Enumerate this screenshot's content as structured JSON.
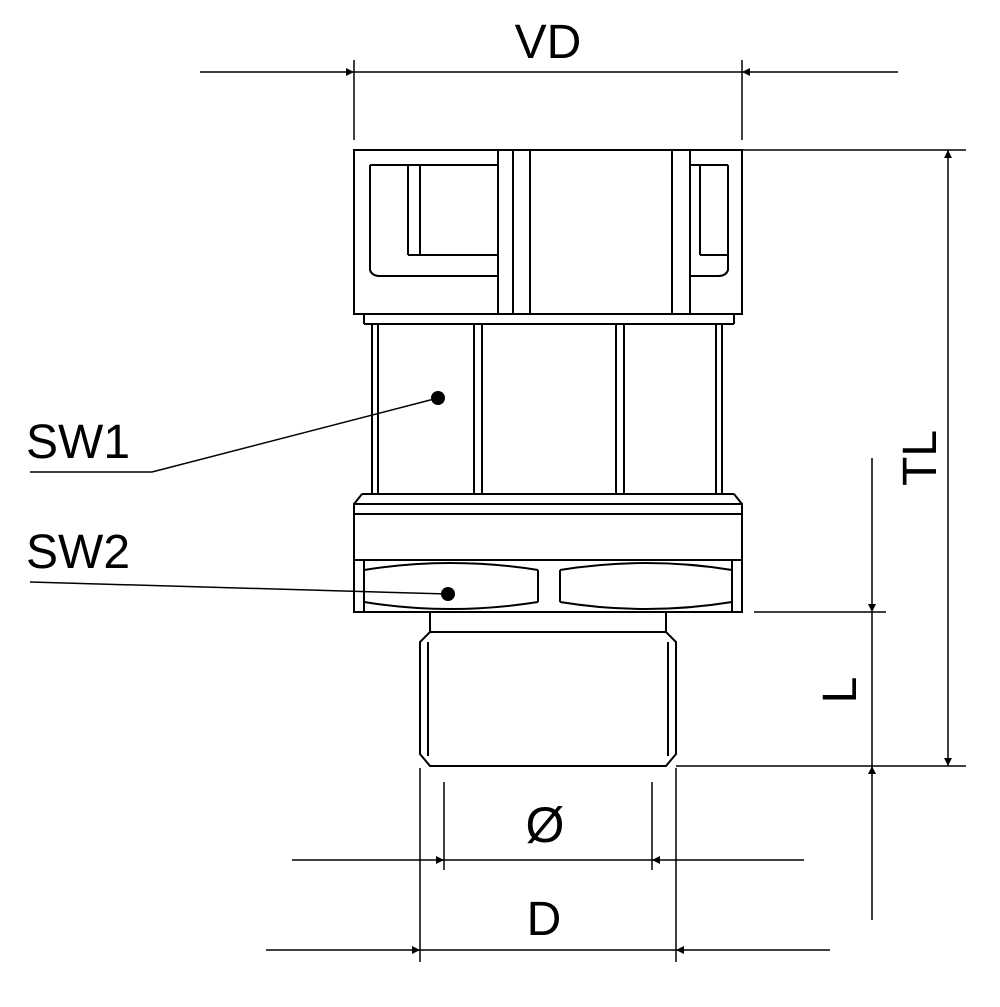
{
  "labels": {
    "vd": "VD",
    "tl": "TL",
    "l": "L",
    "sw1": "SW1",
    "sw2": "SW2",
    "phi": "Ø",
    "d": "D"
  },
  "colors": {
    "line": "#000000",
    "background": "#ffffff"
  }
}
